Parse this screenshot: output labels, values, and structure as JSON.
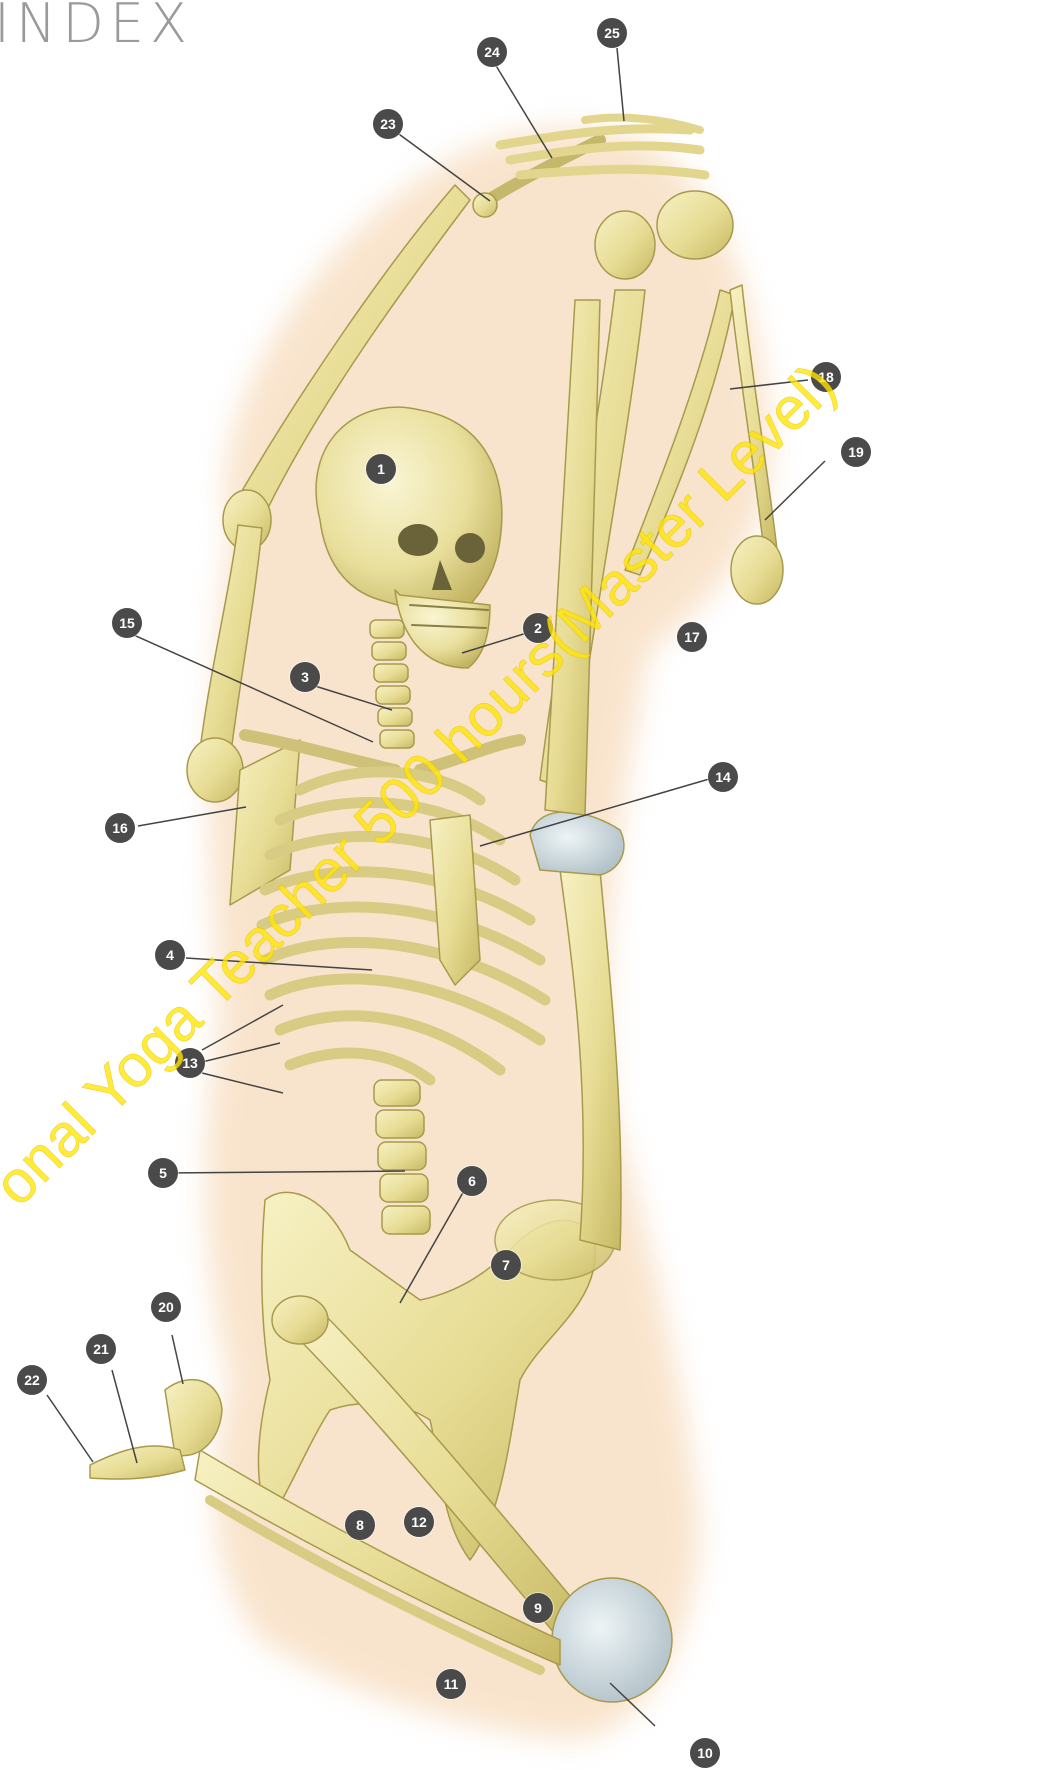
{
  "title": "INDEX",
  "watermark": "onal Yoga Teacher 500 hours(Master Level)",
  "colors": {
    "bone": "#ece4a6",
    "bone_shadow": "#c9bc6c",
    "cartilage": "#c8d6dc",
    "glow": "#f6d6b8",
    "callout": "#4a4a4a",
    "callout_text": "#ffffff",
    "leader_line": "#444444",
    "watermark": "#ffe600"
  },
  "figure": "skeleton-kneeling-arms-overhead",
  "callouts": [
    {
      "id": "c1",
      "label": "1"
    },
    {
      "id": "c2",
      "label": "2"
    },
    {
      "id": "c3",
      "label": "3"
    },
    {
      "id": "c4",
      "label": "4"
    },
    {
      "id": "c5",
      "label": "5"
    },
    {
      "id": "c6",
      "label": "6"
    },
    {
      "id": "c7",
      "label": "7"
    },
    {
      "id": "c8",
      "label": "8"
    },
    {
      "id": "c9",
      "label": "9"
    },
    {
      "id": "c10",
      "label": "10"
    },
    {
      "id": "c11",
      "label": "11"
    },
    {
      "id": "c12",
      "label": "12"
    },
    {
      "id": "c13",
      "label": "13"
    },
    {
      "id": "c14",
      "label": "14"
    },
    {
      "id": "c15",
      "label": "15"
    },
    {
      "id": "c16",
      "label": "16"
    },
    {
      "id": "c17",
      "label": "17"
    },
    {
      "id": "c18",
      "label": "18"
    },
    {
      "id": "c19",
      "label": "19"
    },
    {
      "id": "c20",
      "label": "20"
    },
    {
      "id": "c21",
      "label": "21"
    },
    {
      "id": "c22",
      "label": "22"
    },
    {
      "id": "c23",
      "label": "23"
    },
    {
      "id": "c24",
      "label": "24"
    },
    {
      "id": "c25",
      "label": "25"
    }
  ]
}
